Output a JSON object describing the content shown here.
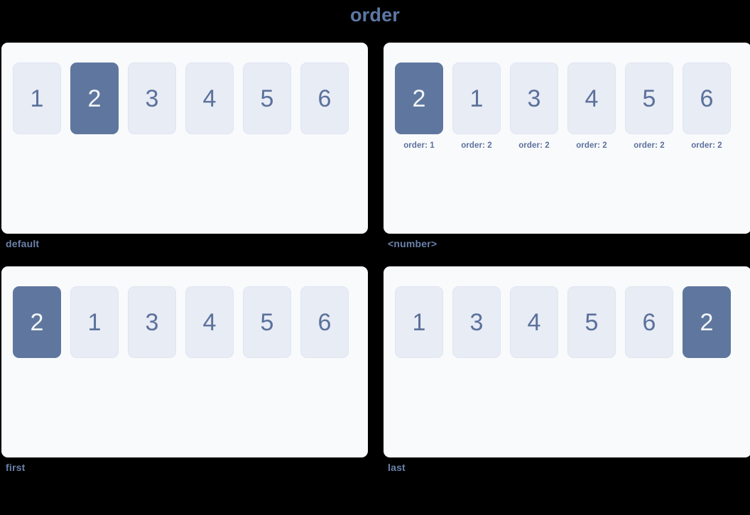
{
  "title": "order",
  "colors": {
    "background": "#000000",
    "panel": "#f9fafc",
    "item": "#e8ecf5",
    "item_highlight": "#5f779e",
    "text_accent": "#5b719b",
    "caption": "#6a82ab"
  },
  "panels": [
    {
      "caption": "default",
      "items": [
        {
          "label": "1",
          "highlight": false,
          "order_label": ""
        },
        {
          "label": "2",
          "highlight": true,
          "order_label": ""
        },
        {
          "label": "3",
          "highlight": false,
          "order_label": ""
        },
        {
          "label": "4",
          "highlight": false,
          "order_label": ""
        },
        {
          "label": "5",
          "highlight": false,
          "order_label": ""
        },
        {
          "label": "6",
          "highlight": false,
          "order_label": ""
        }
      ]
    },
    {
      "caption": "<number>",
      "items": [
        {
          "label": "2",
          "highlight": true,
          "order_label": "order: 1"
        },
        {
          "label": "1",
          "highlight": false,
          "order_label": "order: 2"
        },
        {
          "label": "3",
          "highlight": false,
          "order_label": "order: 2"
        },
        {
          "label": "4",
          "highlight": false,
          "order_label": "order: 2"
        },
        {
          "label": "5",
          "highlight": false,
          "order_label": "order: 2"
        },
        {
          "label": "6",
          "highlight": false,
          "order_label": "order: 2"
        }
      ]
    },
    {
      "caption": "first",
      "items": [
        {
          "label": "2",
          "highlight": true,
          "order_label": ""
        },
        {
          "label": "1",
          "highlight": false,
          "order_label": ""
        },
        {
          "label": "3",
          "highlight": false,
          "order_label": ""
        },
        {
          "label": "4",
          "highlight": false,
          "order_label": ""
        },
        {
          "label": "5",
          "highlight": false,
          "order_label": ""
        },
        {
          "label": "6",
          "highlight": false,
          "order_label": ""
        }
      ]
    },
    {
      "caption": "last",
      "items": [
        {
          "label": "1",
          "highlight": false,
          "order_label": ""
        },
        {
          "label": "3",
          "highlight": false,
          "order_label": ""
        },
        {
          "label": "4",
          "highlight": false,
          "order_label": ""
        },
        {
          "label": "5",
          "highlight": false,
          "order_label": ""
        },
        {
          "label": "6",
          "highlight": false,
          "order_label": ""
        },
        {
          "label": "2",
          "highlight": true,
          "order_label": ""
        }
      ]
    }
  ]
}
